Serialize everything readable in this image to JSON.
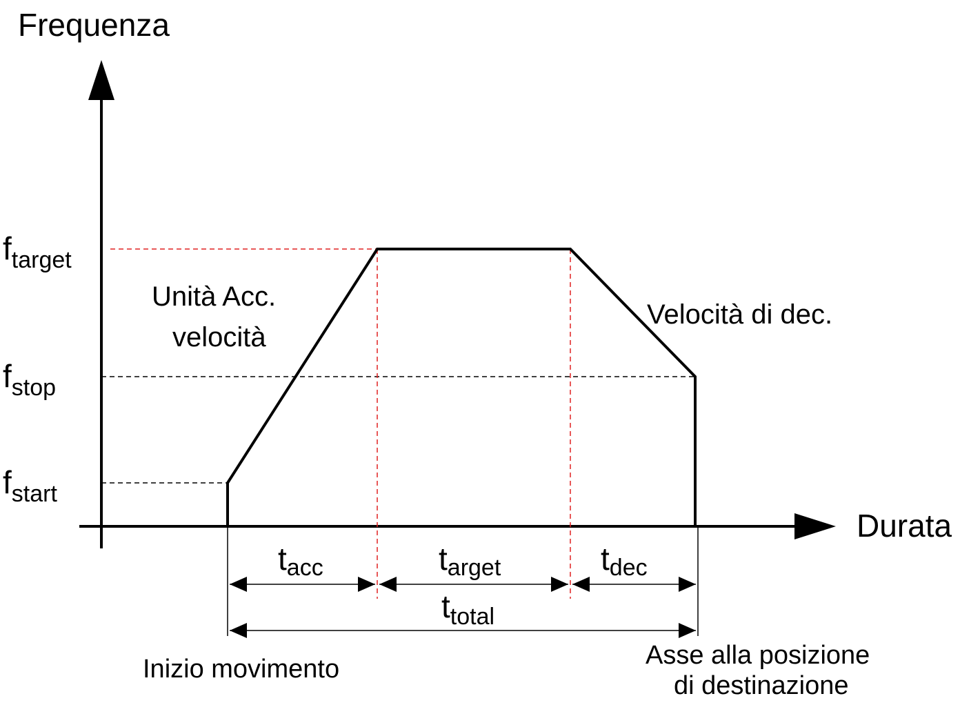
{
  "axes": {
    "y_label": "Frequenza",
    "x_label": "Durata"
  },
  "levels": {
    "target": {
      "main": "f",
      "sub": "target"
    },
    "stop": {
      "main": "f",
      "sub": "stop"
    },
    "start": {
      "main": "f",
      "sub": "start"
    }
  },
  "annotations": {
    "acc_line1": "Unità Acc.",
    "acc_line2": "velocità",
    "dec": "Velocità di dec.",
    "start_motion": "Inizio movimento",
    "end_line1": "Asse alla posizione",
    "end_line2": "di destinazione"
  },
  "durations": {
    "acc": {
      "main": "t",
      "sub": "acc"
    },
    "target": {
      "main": "t",
      "sub": "arget"
    },
    "dec": {
      "main": "t",
      "sub": "dec"
    },
    "total": {
      "main": "t",
      "sub": "total"
    }
  },
  "colors": {
    "profile": "#000000",
    "guide_red": "#e02020",
    "guide_black": "#000000"
  }
}
